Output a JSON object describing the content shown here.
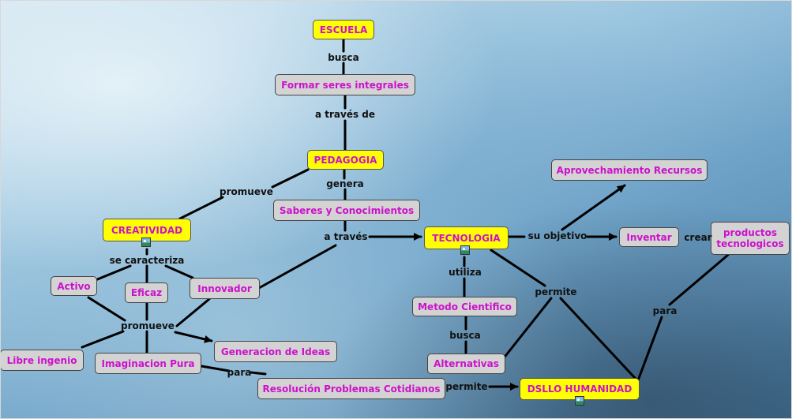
{
  "concept_map": {
    "concepts": {
      "escuela": "ESCUELA",
      "formar": "Formar seres integrales",
      "pedagogia": "PEDAGOGIA",
      "saberes": "Saberes y Conocimientos",
      "creatividad": "CREATIVIDAD",
      "tecnologia": "TECNOLOGIA",
      "aprovechamiento": "Aprovechamiento Recursos",
      "inventar": "Inventar",
      "productos": "productos tecnologicos",
      "activo": "Activo",
      "eficaz": "Eficaz",
      "innovador": "Innovador",
      "metodo": "Metodo Cientifico",
      "libre": "Libre ingenio",
      "imaginacion": "Imaginacion Pura",
      "generacion": "Generacion de Ideas",
      "alternativas": "Alternativas",
      "resolucion": "Resolución Problemas Cotidianos",
      "dsllo": "DSLLO HUMANIDAD"
    },
    "linking_phrases": {
      "busca1": "busca",
      "atraves_de": "a través de",
      "genera": "genera",
      "promueve1": "promueve",
      "a_traves": "a través",
      "su_objetivo": "su objetivo",
      "crear": "crear",
      "se_caracteriza": "se caracteriza",
      "utiliza": "utiliza",
      "permite1": "permite",
      "para1": "para",
      "promueve2": "promueve",
      "busca2": "busca",
      "para2": "para",
      "permite2": "permite"
    },
    "colors": {
      "concept_fill": "#d3d3d3",
      "key_concept_fill": "#ffff00",
      "concept_text": "#cc11cc",
      "link_text": "#111111",
      "line": "#000000"
    }
  }
}
